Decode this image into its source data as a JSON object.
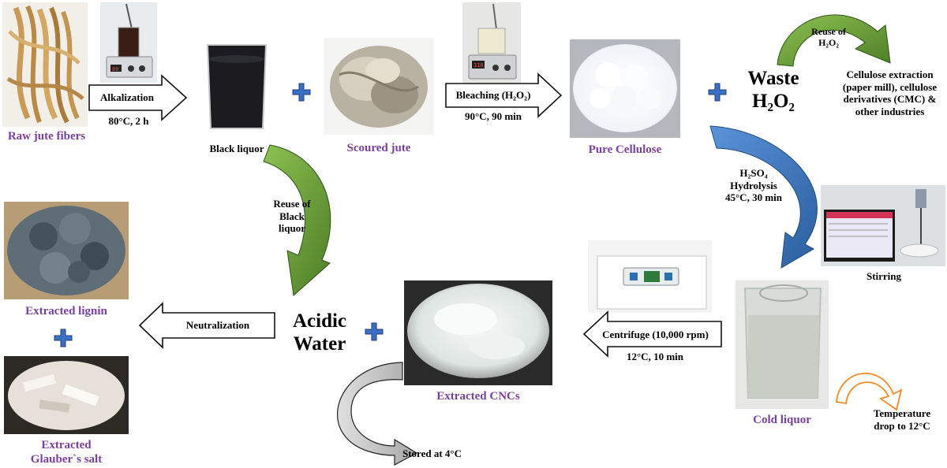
{
  "colors": {
    "purple_label": "#7a3f9d",
    "plus_blue": "#3a6fc4",
    "green_arrow": "#6aa23a",
    "blue_arrow": "#3b78c8",
    "orange_arrow": "#f08a24",
    "grey_arrow": "#bdbdbd"
  },
  "materials": {
    "raw_jute": "Raw jute fibers",
    "black_liquor": "Black liquor",
    "scoured_jute": "Scoured jute",
    "pure_cellulose": "Pure Cellulose",
    "waste_h2o2_line1": "Waste",
    "waste_h2o2_line2": "H₂O₂",
    "extracted_lignin": "Extracted lignin",
    "glauber_line1": "Extracted",
    "glauber_line2": "Glauber`s salt",
    "acidic_line1": "Acidic",
    "acidic_line2": "Water",
    "extracted_cncs": "Extracted CNCs",
    "cold_liquor": "Cold liquor",
    "stirring": "Stirring"
  },
  "steps": {
    "alkalization": "Alkalization",
    "alkalization_cond": "80°C, 2 h",
    "bleaching": "Bleaching (H₂O₂)",
    "bleaching_cond": "90°C, 90 min",
    "neutralization": "Neutralization",
    "centrifuge": "Centrifuge (10,000 rpm)",
    "centrifuge_cond": "12°C, 10 min",
    "hydrolysis_1": "H₂SO₄",
    "hydrolysis_2": "Hydrolysis",
    "hydrolysis_3": "45°C, 30 min",
    "reuse_black_1": "Reuse of",
    "reuse_black_2": "Black",
    "reuse_black_3": "liquor",
    "reuse_h2o2_1": "Reuse of",
    "reuse_h2o2_2": "H₂O₂",
    "uses_1": "Cellulose extraction",
    "uses_2": "(paper mill), cellulose",
    "uses_3": "derivatives (CMC) &",
    "uses_4": "other industries",
    "stored": "Stored at 4°C",
    "temp_drop_1": "Temperature",
    "temp_drop_2": "drop to 12°C"
  }
}
